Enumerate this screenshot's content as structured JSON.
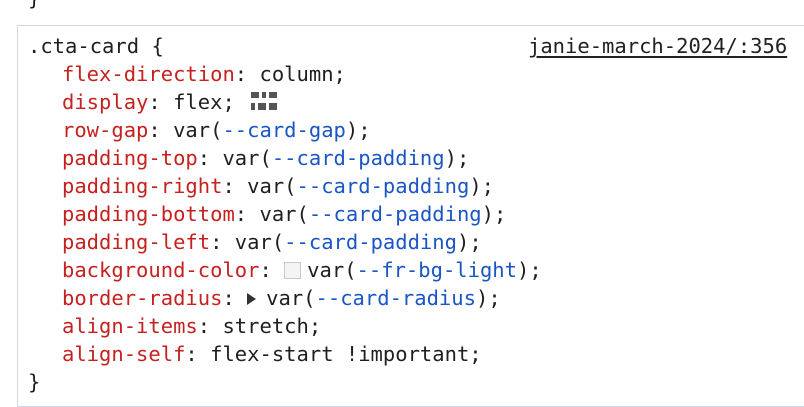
{
  "previous_rule": {
    "close_brace": "}"
  },
  "rule": {
    "selector": ".cta-card",
    "open_brace": "{",
    "source": "janie-march-2024/:356",
    "close_brace": "}"
  },
  "declarations": [
    {
      "property": "flex-direction",
      "value": "column"
    },
    {
      "property": "display",
      "value": "flex",
      "icon": "flex-layout-icon"
    },
    {
      "property": "row-gap",
      "value_prefix": "var(",
      "var": "--card-gap",
      "value_suffix": ")"
    },
    {
      "property": "padding-top",
      "value_prefix": "var(",
      "var": "--card-padding",
      "value_suffix": ")"
    },
    {
      "property": "padding-right",
      "value_prefix": "var(",
      "var": "--card-padding",
      "value_suffix": ")"
    },
    {
      "property": "padding-bottom",
      "value_prefix": "var(",
      "var": "--card-padding",
      "value_suffix": ")"
    },
    {
      "property": "padding-left",
      "value_prefix": "var(",
      "var": "--card-padding",
      "value_suffix": ")"
    },
    {
      "property": "background-color",
      "swatch_color": "#f4f4f4",
      "value_prefix": "var(",
      "var": "--fr-bg-light",
      "value_suffix": ")"
    },
    {
      "property": "border-radius",
      "expand_icon": "triangle-right-icon",
      "value_prefix": "var(",
      "var": "--card-radius",
      "value_suffix": ")"
    },
    {
      "property": "align-items",
      "value": "stretch"
    },
    {
      "property": "align-self",
      "value": "flex-start !important"
    }
  ],
  "syntax": {
    "colon": ":",
    "semicolon": ";",
    "space": " "
  }
}
